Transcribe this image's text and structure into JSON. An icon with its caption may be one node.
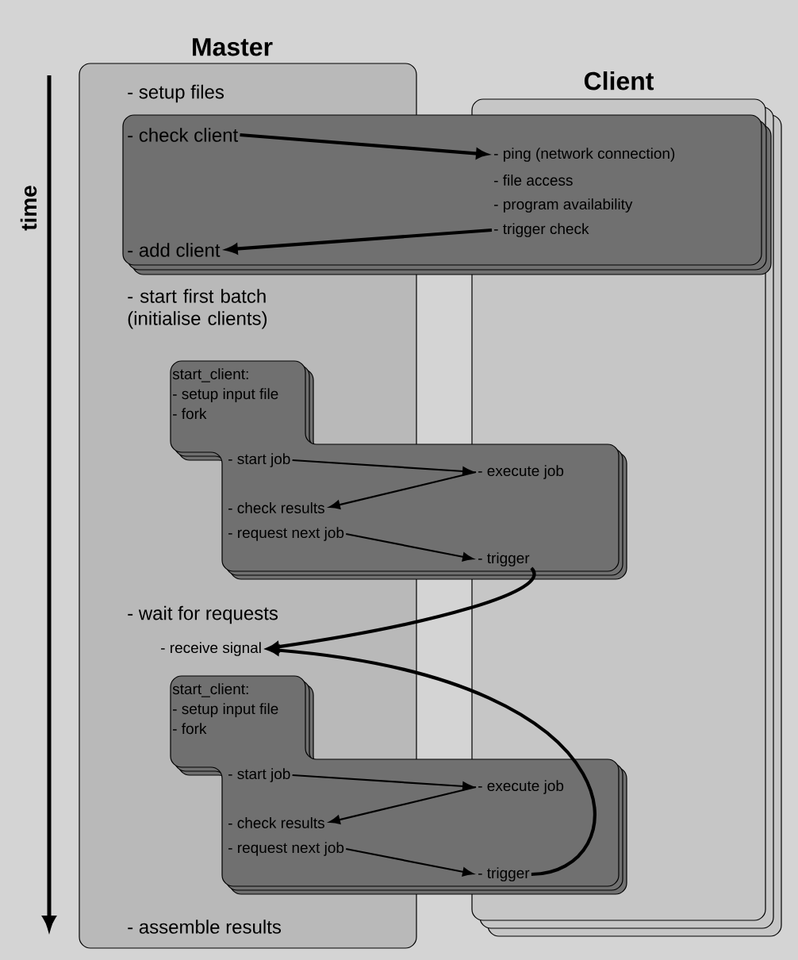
{
  "diagram": {
    "nodes": [
      {
        "text": [
          "Master"
        ]
      },
      {
        "text": [
          "Client"
        ]
      },
      {
        "text": [
          "- setup files"
        ],
        "in": 0
      },
      {
        "text": [
          "- check client"
        ],
        "in": 0
      },
      {
        "text": [
          "- ping (network connection)"
        ],
        "in": 1
      },
      {
        "text": [
          "- file access"
        ],
        "in": 1
      },
      {
        "text": [
          "- program availability"
        ],
        "in": 1
      },
      {
        "text": [
          "- trigger check"
        ],
        "in": 1
      },
      {
        "text": [
          "- add client"
        ],
        "in": 0
      },
      {
        "text": [
          "- start first batch (initialise clients)"
        ],
        "in": 0
      },
      {
        "text": [
          "start_client:",
          "- setup input file",
          "- fork"
        ],
        "in": 0
      },
      {
        "text": [
          "- start job"
        ],
        "in": 0
      },
      {
        "text": [
          "- execute job"
        ],
        "in": 1
      },
      {
        "text": [
          "- check results"
        ],
        "in": 0
      },
      {
        "text": [
          "- request next job"
        ],
        "in": 0
      },
      {
        "text": [
          "- trigger"
        ],
        "in": 1
      },
      {
        "text": [
          "- wait for requests"
        ],
        "in": 0
      },
      {
        "text": [
          "- receive signal"
        ],
        "in": 0
      },
      {
        "text": [
          "start_client:",
          "- setup input file",
          "- fork"
        ],
        "in": 0
      },
      {
        "text": [
          "- start job"
        ],
        "in": 0
      },
      {
        "text": [
          "- execute job"
        ],
        "in": 1
      },
      {
        "text": [
          "- check results"
        ],
        "in": 0
      },
      {
        "text": [
          "- request next job"
        ],
        "in": 0
      },
      {
        "text": [
          "- trigger"
        ],
        "in": 1
      },
      {
        "text": [
          "- assemble results"
        ],
        "in": 0
      }
    ],
    "edges": [
      {
        "from": 3,
        "to": 4,
        "arrow": "to",
        "style": "thick"
      },
      {
        "from": 7,
        "to": 8,
        "arrow": "to",
        "style": "thick"
      },
      {
        "from": 11,
        "to": 12,
        "arrow": "to"
      },
      {
        "from": 12,
        "to": 13,
        "arrow": "to"
      },
      {
        "from": 14,
        "to": 15,
        "arrow": "to"
      },
      {
        "from": 15,
        "to": 17,
        "arrow": "to",
        "style": "thick"
      },
      {
        "from": 19,
        "to": 20,
        "arrow": "to"
      },
      {
        "from": 20,
        "to": 21,
        "arrow": "to"
      },
      {
        "from": 22,
        "to": 23,
        "arrow": "to"
      },
      {
        "from": 23,
        "to": 17,
        "arrow": "to",
        "style": "thick"
      }
    ],
    "labels": [
      "time"
    ]
  }
}
